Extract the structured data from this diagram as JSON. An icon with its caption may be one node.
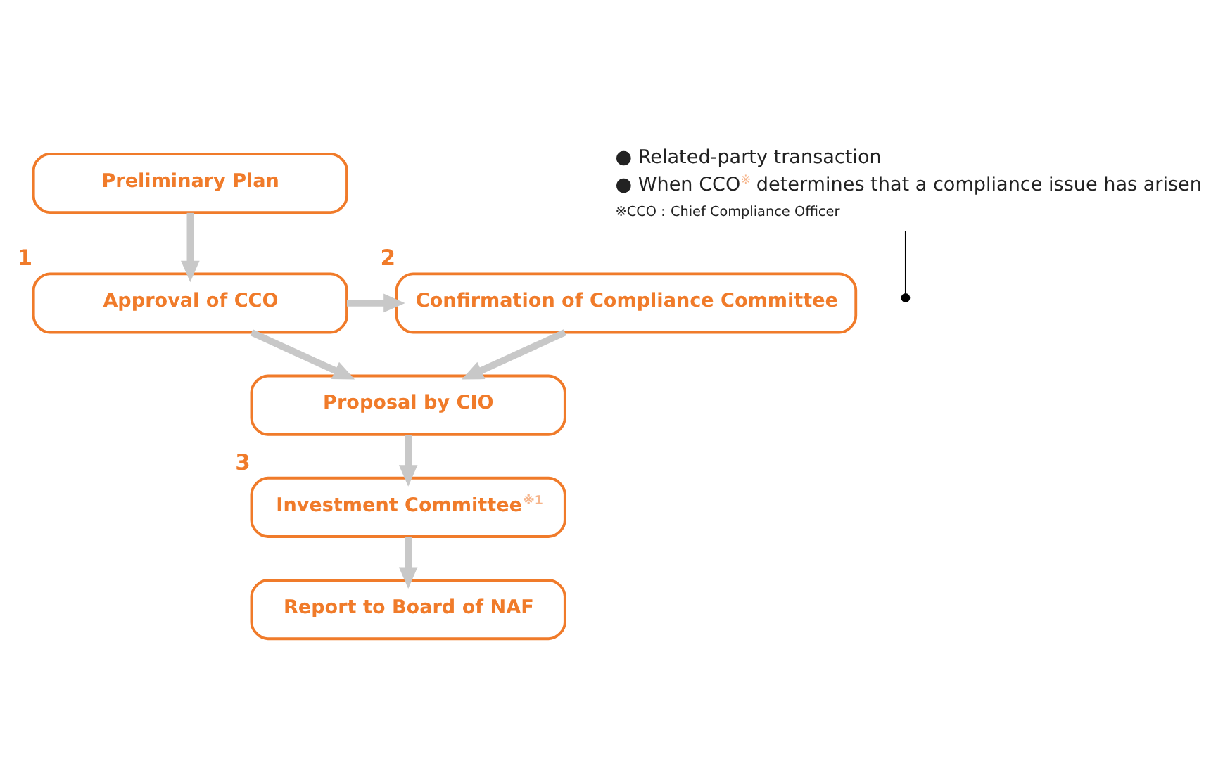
{
  "diagram": {
    "nodes": [
      {
        "text": [
          "Preliminary Plan"
        ]
      },
      {
        "text": [
          "Approval of CCO"
        ],
        "beside": [
          "1"
        ]
      },
      {
        "text": [
          "Confirmation of Compliance Committee"
        ],
        "beside": [
          "2"
        ]
      },
      {
        "text": [
          "Proposal by CIO"
        ]
      },
      {
        "text": [
          "Investment Committee$^{※1}$"
        ],
        "beside": [
          "3"
        ]
      },
      {
        "text": [
          "Report to Board of NAF"
        ]
      },
      {
        "text": [
          "● Related-party transaction",
          "● When CCO$^{※}$ determines that a compliance issue has arisen",
          "※CCO：Chief Compliance Officer"
        ]
      }
    ],
    "edges": [
      {
        "from": 0,
        "to": 1,
        "arrow": "to"
      },
      {
        "from": 1,
        "to": 3,
        "arrow": "to"
      },
      {
        "from": 1,
        "to": 2,
        "arrow": "to"
      },
      {
        "from": 2,
        "to": 3,
        "arrow": "to"
      },
      {
        "from": 3,
        "to": 4,
        "arrow": "to"
      },
      {
        "from": 4,
        "to": 5,
        "arrow": "to"
      },
      {
        "from": 6,
        "to": null,
        "arrow": "other",
        "color": "#000000"
      }
    ]
  }
}
